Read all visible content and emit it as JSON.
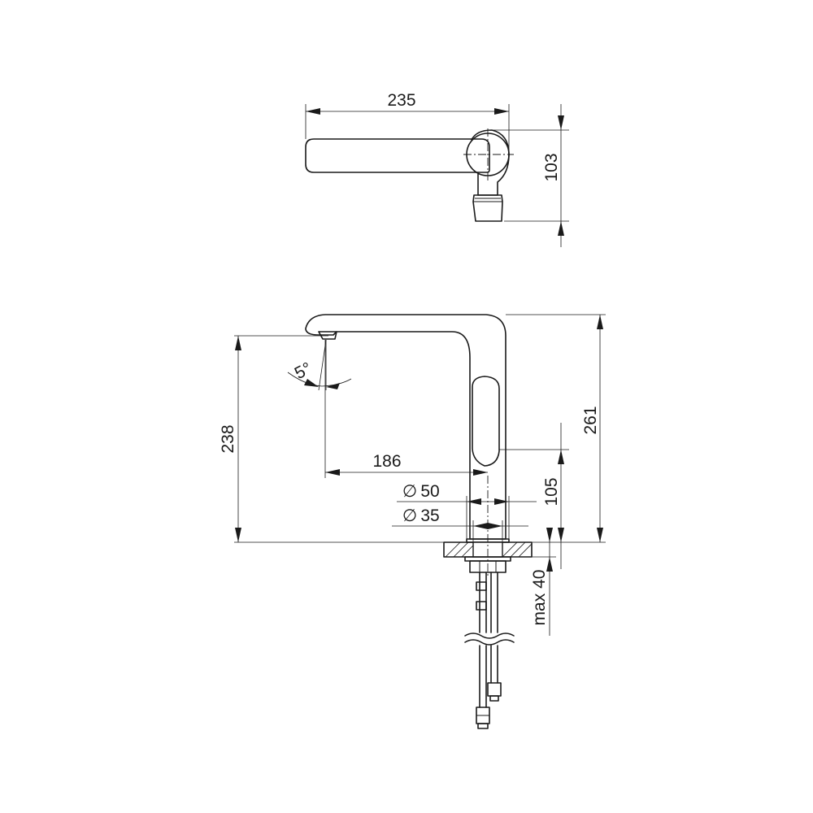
{
  "diagram": {
    "top_view": {
      "dim_length": "235",
      "dim_depth": "103"
    },
    "side_view": {
      "dim_spout_height": "238",
      "dim_total_height": "261",
      "dim_reach": "186",
      "dim_base_diameter": "50",
      "dim_hole_diameter": "35",
      "dim_lever_height": "105",
      "dim_countertop": "max 40",
      "dim_angle": "5°",
      "diameter_symbol": "∅"
    }
  }
}
